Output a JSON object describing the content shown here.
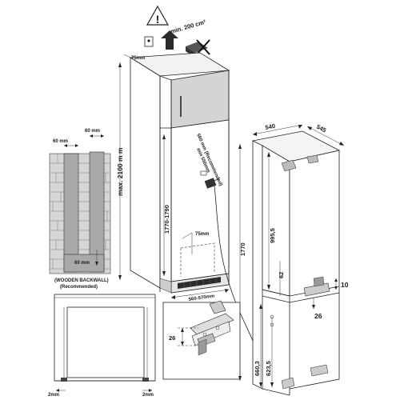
{
  "labels": {
    "vent_area": "min. 200 cm²",
    "top_offset": "75mm",
    "max_height": "max. 2100 m m",
    "niche_height": "1770-1790",
    "niche_depth": "560 mm (Recommended)",
    "niche_depth_alt": "min 550mm",
    "bottom_offset": "75mm",
    "niche_width": "560-570mm",
    "wall_gap_left": "60 mm",
    "wall_gap_right": "60 mm",
    "wall_gap_bottom": "60 mm",
    "wall_caption_1": "(WOODEN BACKWALL)",
    "wall_caption_2": "(Recommended)",
    "appliance_width": "540",
    "appliance_depth": "545",
    "appliance_height": "1770",
    "upper_height": "995,5",
    "door_gap": "62",
    "hinge_offset": "10",
    "hinge_depth": "26",
    "lower_height_1": "660,3",
    "lower_height_2": "623,5",
    "detail_dim": "26",
    "gap_left": "2mm",
    "gap_right": "2mm"
  },
  "colors": {
    "line": "#222222",
    "cabinet_fill": "#d9d9d9",
    "wall_fill": "#bfbfbf",
    "vent_dark": "#2a2a2a"
  }
}
